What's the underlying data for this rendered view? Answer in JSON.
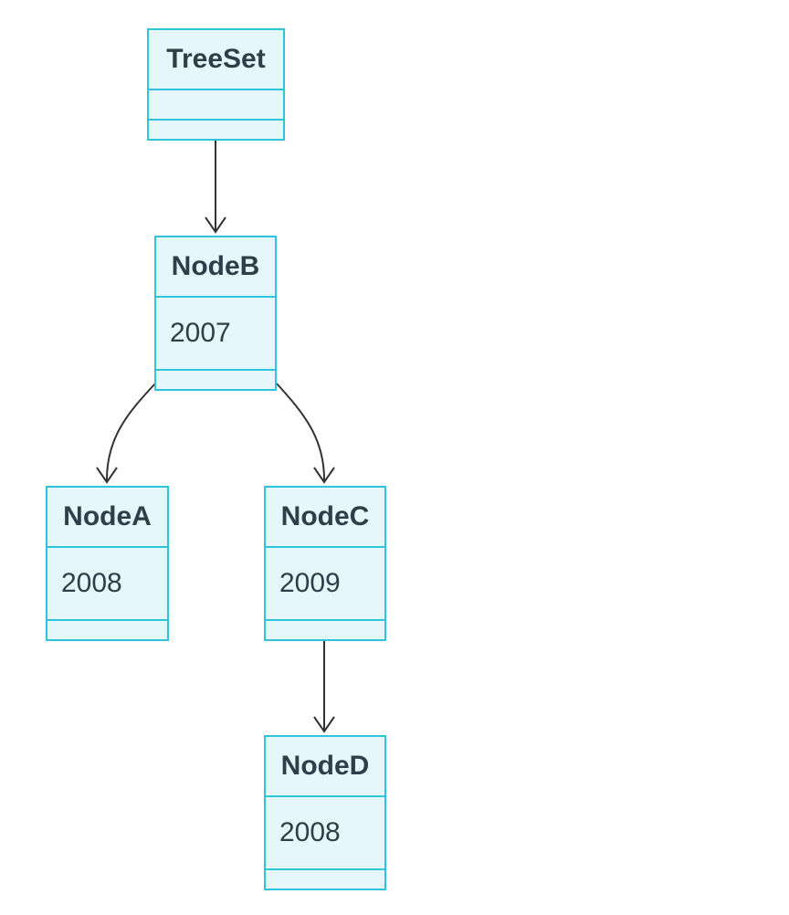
{
  "colors": {
    "box_fill": "#e5f7fb",
    "box_border": "#2ec4dc",
    "text": "#2f3f4a",
    "edge": "#333333"
  },
  "nodes": {
    "treeset": {
      "title": "TreeSet",
      "value": ""
    },
    "nodeb": {
      "title": "NodeB",
      "value": "2007"
    },
    "nodea": {
      "title": "NodeA",
      "value": "2008"
    },
    "nodec": {
      "title": "NodeC",
      "value": "2009"
    },
    "noded": {
      "title": "NodeD",
      "value": "2008"
    }
  },
  "edges": [
    {
      "from": "TreeSet",
      "to": "NodeB"
    },
    {
      "from": "NodeB",
      "to": "NodeA"
    },
    {
      "from": "NodeB",
      "to": "NodeC"
    },
    {
      "from": "NodeC",
      "to": "NodeD"
    }
  ]
}
